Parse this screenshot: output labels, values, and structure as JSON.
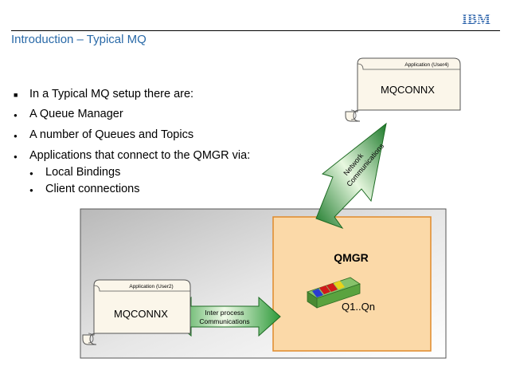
{
  "header": {
    "logo_text": "IBM",
    "title": "Introduction – Typical MQ"
  },
  "bullets": [
    {
      "marker": "■",
      "text": "In a Typical MQ setup there are:"
    },
    {
      "marker": "●",
      "text": "A Queue Manager"
    },
    {
      "marker": "●",
      "text": "A number of Queues and Topics"
    },
    {
      "marker": "●",
      "text": "Applications that connect to the QMGR via:"
    }
  ],
  "sub_bullets": [
    {
      "marker": "●",
      "text": "Local Bindings"
    },
    {
      "marker": "●",
      "text": "Client connections"
    }
  ],
  "diagram": {
    "remote_app": {
      "caption": "Application (User4)",
      "label": "MQCONNX"
    },
    "local_app": {
      "caption": "Application (User2)",
      "label": "MQCONNX"
    },
    "qmgr": {
      "label": "QMGR",
      "queues_label": "Q1..Qn"
    },
    "network_arrow": {
      "line1": "Network",
      "line2": "Communications"
    },
    "ipc_arrow": {
      "line1": "Inter process",
      "line2": "Communications"
    }
  },
  "colors": {
    "title": "#2a6aa8",
    "logo": "#1f5aa6",
    "qmgr_fill": "#fbd9a8",
    "qmgr_border": "#e08a2a",
    "arrow_green": "#2e9a3a",
    "scroll_fill": "#fbf6ea",
    "system_box": "#d4d4d4"
  }
}
